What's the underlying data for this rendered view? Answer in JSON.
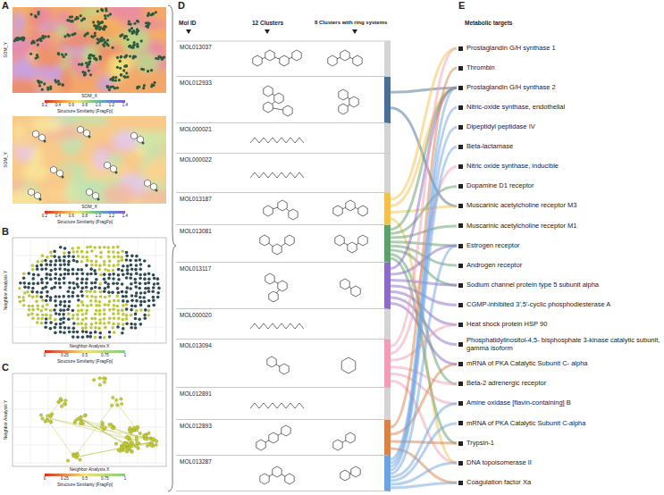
{
  "diagram": {
    "nodes": [
      {
        "text": [
          "MOL013037"
        ]
      },
      {
        "text": [
          "MOL012933"
        ]
      },
      {
        "text": [
          "MOL000021"
        ]
      },
      {
        "text": [
          "MOL000022"
        ]
      },
      {
        "text": [
          "MOL013187"
        ]
      },
      {
        "text": [
          "MOL013081"
        ]
      },
      {
        "text": [
          "MOL013117"
        ]
      },
      {
        "text": [
          "MOL000020"
        ]
      },
      {
        "text": [
          "MOL013094"
        ]
      },
      {
        "text": [
          "MOL012891"
        ]
      },
      {
        "text": [
          "MOL012893"
        ]
      },
      {
        "text": [
          "MOL013287"
        ]
      },
      {
        "text": [
          "Prostaglandin G/H synthase 1"
        ]
      },
      {
        "text": [
          "Thrombin"
        ]
      },
      {
        "text": [
          "Prostaglandin G/H synthase 2"
        ]
      },
      {
        "text": [
          "Nitric-oxide synthase, endothelial"
        ]
      },
      {
        "text": [
          "Dipeptidyl peptidase IV"
        ]
      },
      {
        "text": [
          "Beta-lactamase"
        ]
      },
      {
        "text": [
          "Nitric oxide synthase, inducible"
        ]
      },
      {
        "text": [
          "Dopamine D1 receptor"
        ]
      },
      {
        "text": [
          "Muscarinic acetylcholine receptor M3"
        ]
      },
      {
        "text": [
          "Muscarinic acetylcholine receptor M1"
        ]
      },
      {
        "text": [
          "Estrogen receptor"
        ]
      },
      {
        "text": [
          "Androgen receptor"
        ]
      },
      {
        "text": [
          "Sodium channel protein type 5 subunit alpha"
        ]
      },
      {
        "text": [
          "CGMP-inhibited 3',5'-cyclic phosphodiesterase A"
        ]
      },
      {
        "text": [
          "Heat shock protein HSP 90"
        ]
      },
      {
        "text": [
          "Phosphatidylinositol-4,5- bisphosphate 3-kinase catalytic subunit, gamma isoform"
        ]
      },
      {
        "text": [
          "mRNA of PKA Catalytic Subunit C- alpha"
        ]
      },
      {
        "text": [
          "Beta-2 adrenergic receptor"
        ]
      },
      {
        "text": [
          "Amine oxidase [flavin-containing] B"
        ]
      },
      {
        "text": [
          "mRNA of PKA Catalytic Subunit C-alpha"
        ]
      },
      {
        "text": [
          "Trypsin-1"
        ]
      },
      {
        "text": [
          "DNA topoisomerase II"
        ]
      },
      {
        "text": [
          "Coagulation factor Xa"
        ]
      }
    ],
    "edges": [
      {
        "from": 1,
        "to": 14,
        "arrow": "none"
      },
      {
        "from": 1,
        "to": 20,
        "arrow": "none"
      },
      {
        "from": 4,
        "to": 12,
        "arrow": "none"
      },
      {
        "from": 4,
        "to": 14,
        "arrow": "none"
      },
      {
        "from": 4,
        "to": 20,
        "arrow": "none"
      },
      {
        "from": 4,
        "to": 33,
        "arrow": "none"
      },
      {
        "from": 5,
        "to": 14,
        "arrow": "none"
      },
      {
        "from": 5,
        "to": 19,
        "arrow": "none"
      },
      {
        "from": 5,
        "to": 21,
        "arrow": "none"
      },
      {
        "from": 5,
        "to": 22,
        "arrow": "none"
      },
      {
        "from": 5,
        "to": 23,
        "arrow": "none"
      },
      {
        "from": 5,
        "to": 24,
        "arrow": "none"
      },
      {
        "from": 5,
        "to": 29,
        "arrow": "none"
      },
      {
        "from": 5,
        "to": 32,
        "arrow": "none"
      },
      {
        "from": 6,
        "to": 14,
        "arrow": "none"
      },
      {
        "from": 6,
        "to": 22,
        "arrow": "none"
      },
      {
        "from": 6,
        "to": 24,
        "arrow": "none"
      },
      {
        "from": 6,
        "to": 25,
        "arrow": "none"
      },
      {
        "from": 6,
        "to": 26,
        "arrow": "none"
      },
      {
        "from": 6,
        "to": 27,
        "arrow": "none"
      },
      {
        "from": 6,
        "to": 28,
        "arrow": "none"
      },
      {
        "from": 8,
        "to": 12,
        "arrow": "none"
      },
      {
        "from": 8,
        "to": 18,
        "arrow": "none"
      },
      {
        "from": 8,
        "to": 26,
        "arrow": "none"
      },
      {
        "from": 8,
        "to": 29,
        "arrow": "none"
      },
      {
        "from": 8,
        "to": 30,
        "arrow": "none"
      },
      {
        "from": 8,
        "to": 33,
        "arrow": "none"
      },
      {
        "from": 10,
        "to": 13,
        "arrow": "none"
      },
      {
        "from": 10,
        "to": 28,
        "arrow": "none"
      },
      {
        "from": 10,
        "to": 32,
        "arrow": "none"
      },
      {
        "from": 10,
        "to": 34,
        "arrow": "none"
      },
      {
        "from": 11,
        "to": 14,
        "arrow": "none"
      },
      {
        "from": 11,
        "to": 15,
        "arrow": "none"
      },
      {
        "from": 11,
        "to": 16,
        "arrow": "none"
      },
      {
        "from": 11,
        "to": 17,
        "arrow": "none"
      },
      {
        "from": 11,
        "to": 22,
        "arrow": "none"
      },
      {
        "from": 11,
        "to": 30,
        "arrow": "none"
      },
      {
        "from": 11,
        "to": 31,
        "arrow": "none"
      },
      {
        "from": 11,
        "to": 33,
        "arrow": "none"
      },
      {
        "from": 11,
        "to": 34,
        "arrow": "none"
      }
    ],
    "labels": [
      "A",
      "B",
      "C",
      "D",
      "E",
      "Mol ID",
      "12 Clusters",
      "8 Clusters with ring systems",
      "Metabolic targets",
      "SOM_Y",
      "SOM_X",
      "Structure Similarity [FragFp]",
      "0.2",
      "0.4",
      "0.6",
      "0.8",
      "1.0",
      "1.2",
      "1.4",
      "SOM_Y",
      "SOM_X",
      "Structure Similarity [FragFp]",
      "0.2",
      "0.4",
      "0.6",
      "0.8",
      "1.0",
      "1.2",
      "1.4",
      "Neighbor Analysis Y",
      "Neighbor Analysis X",
      "Structure Similarity [FragFp]",
      "0",
      "0.25",
      "0.5",
      "0.75",
      "1",
      "Neighbor Analysis Y",
      "Neighbor Analysis X",
      "Structure Similarity [FragFp]",
      "0",
      "0.25",
      "0.5",
      "0.75",
      "1"
    ]
  }
}
